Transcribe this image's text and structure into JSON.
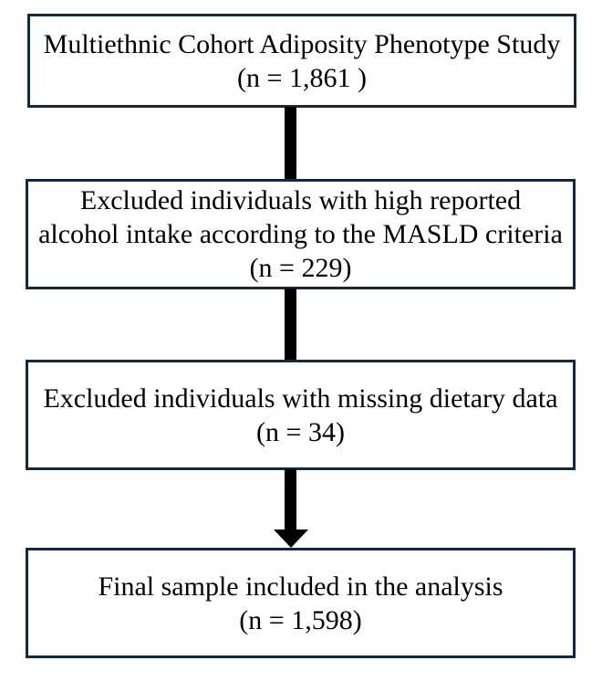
{
  "flowchart": {
    "nodes": [
      {
        "lines": [
          "Multiethnic Cohort Adiposity Phenotype Study",
          "(n = 1,861 )"
        ]
      },
      {
        "lines": [
          "Excluded individuals with high reported",
          "alcohol intake according to the MASLD criteria",
          "(n = 229)"
        ]
      },
      {
        "lines": [
          "Excluded individuals with missing dietary data",
          "(n = 34)"
        ]
      },
      {
        "lines": [
          "Final sample included in the analysis",
          "(n = 1,598)"
        ]
      }
    ],
    "colors": {
      "box_border": "#16293a",
      "box_fill": "#ffffff",
      "arrow": "#000000",
      "text": "#000000",
      "background": "#ffffff"
    }
  }
}
